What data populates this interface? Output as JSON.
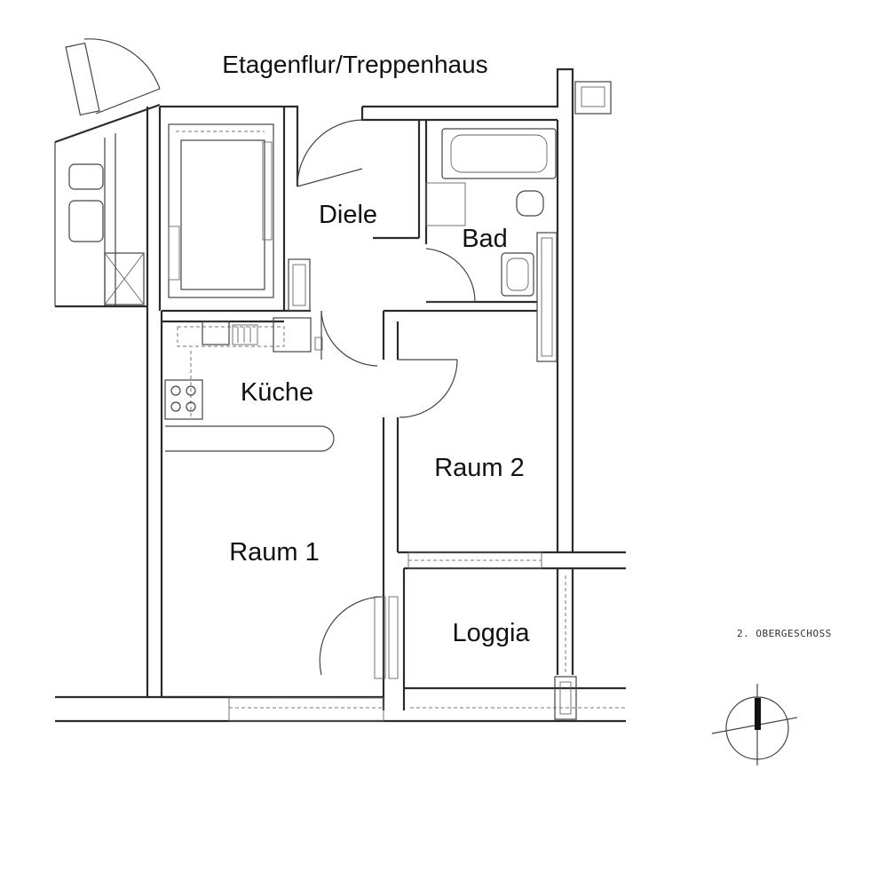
{
  "labels": {
    "stairwell": "Etagenflur/Treppenhaus",
    "hall": "Diele",
    "bath": "Bad",
    "kitchen": "Küche",
    "room1": "Raum 1",
    "room2": "Raum 2",
    "loggia": "Loggia",
    "floor": "2. OBERGESCHOSS"
  },
  "icons": {
    "compass": "compass-north-icon"
  },
  "colors": {
    "line": "#2b2b2b",
    "paper": "#ffffff"
  }
}
